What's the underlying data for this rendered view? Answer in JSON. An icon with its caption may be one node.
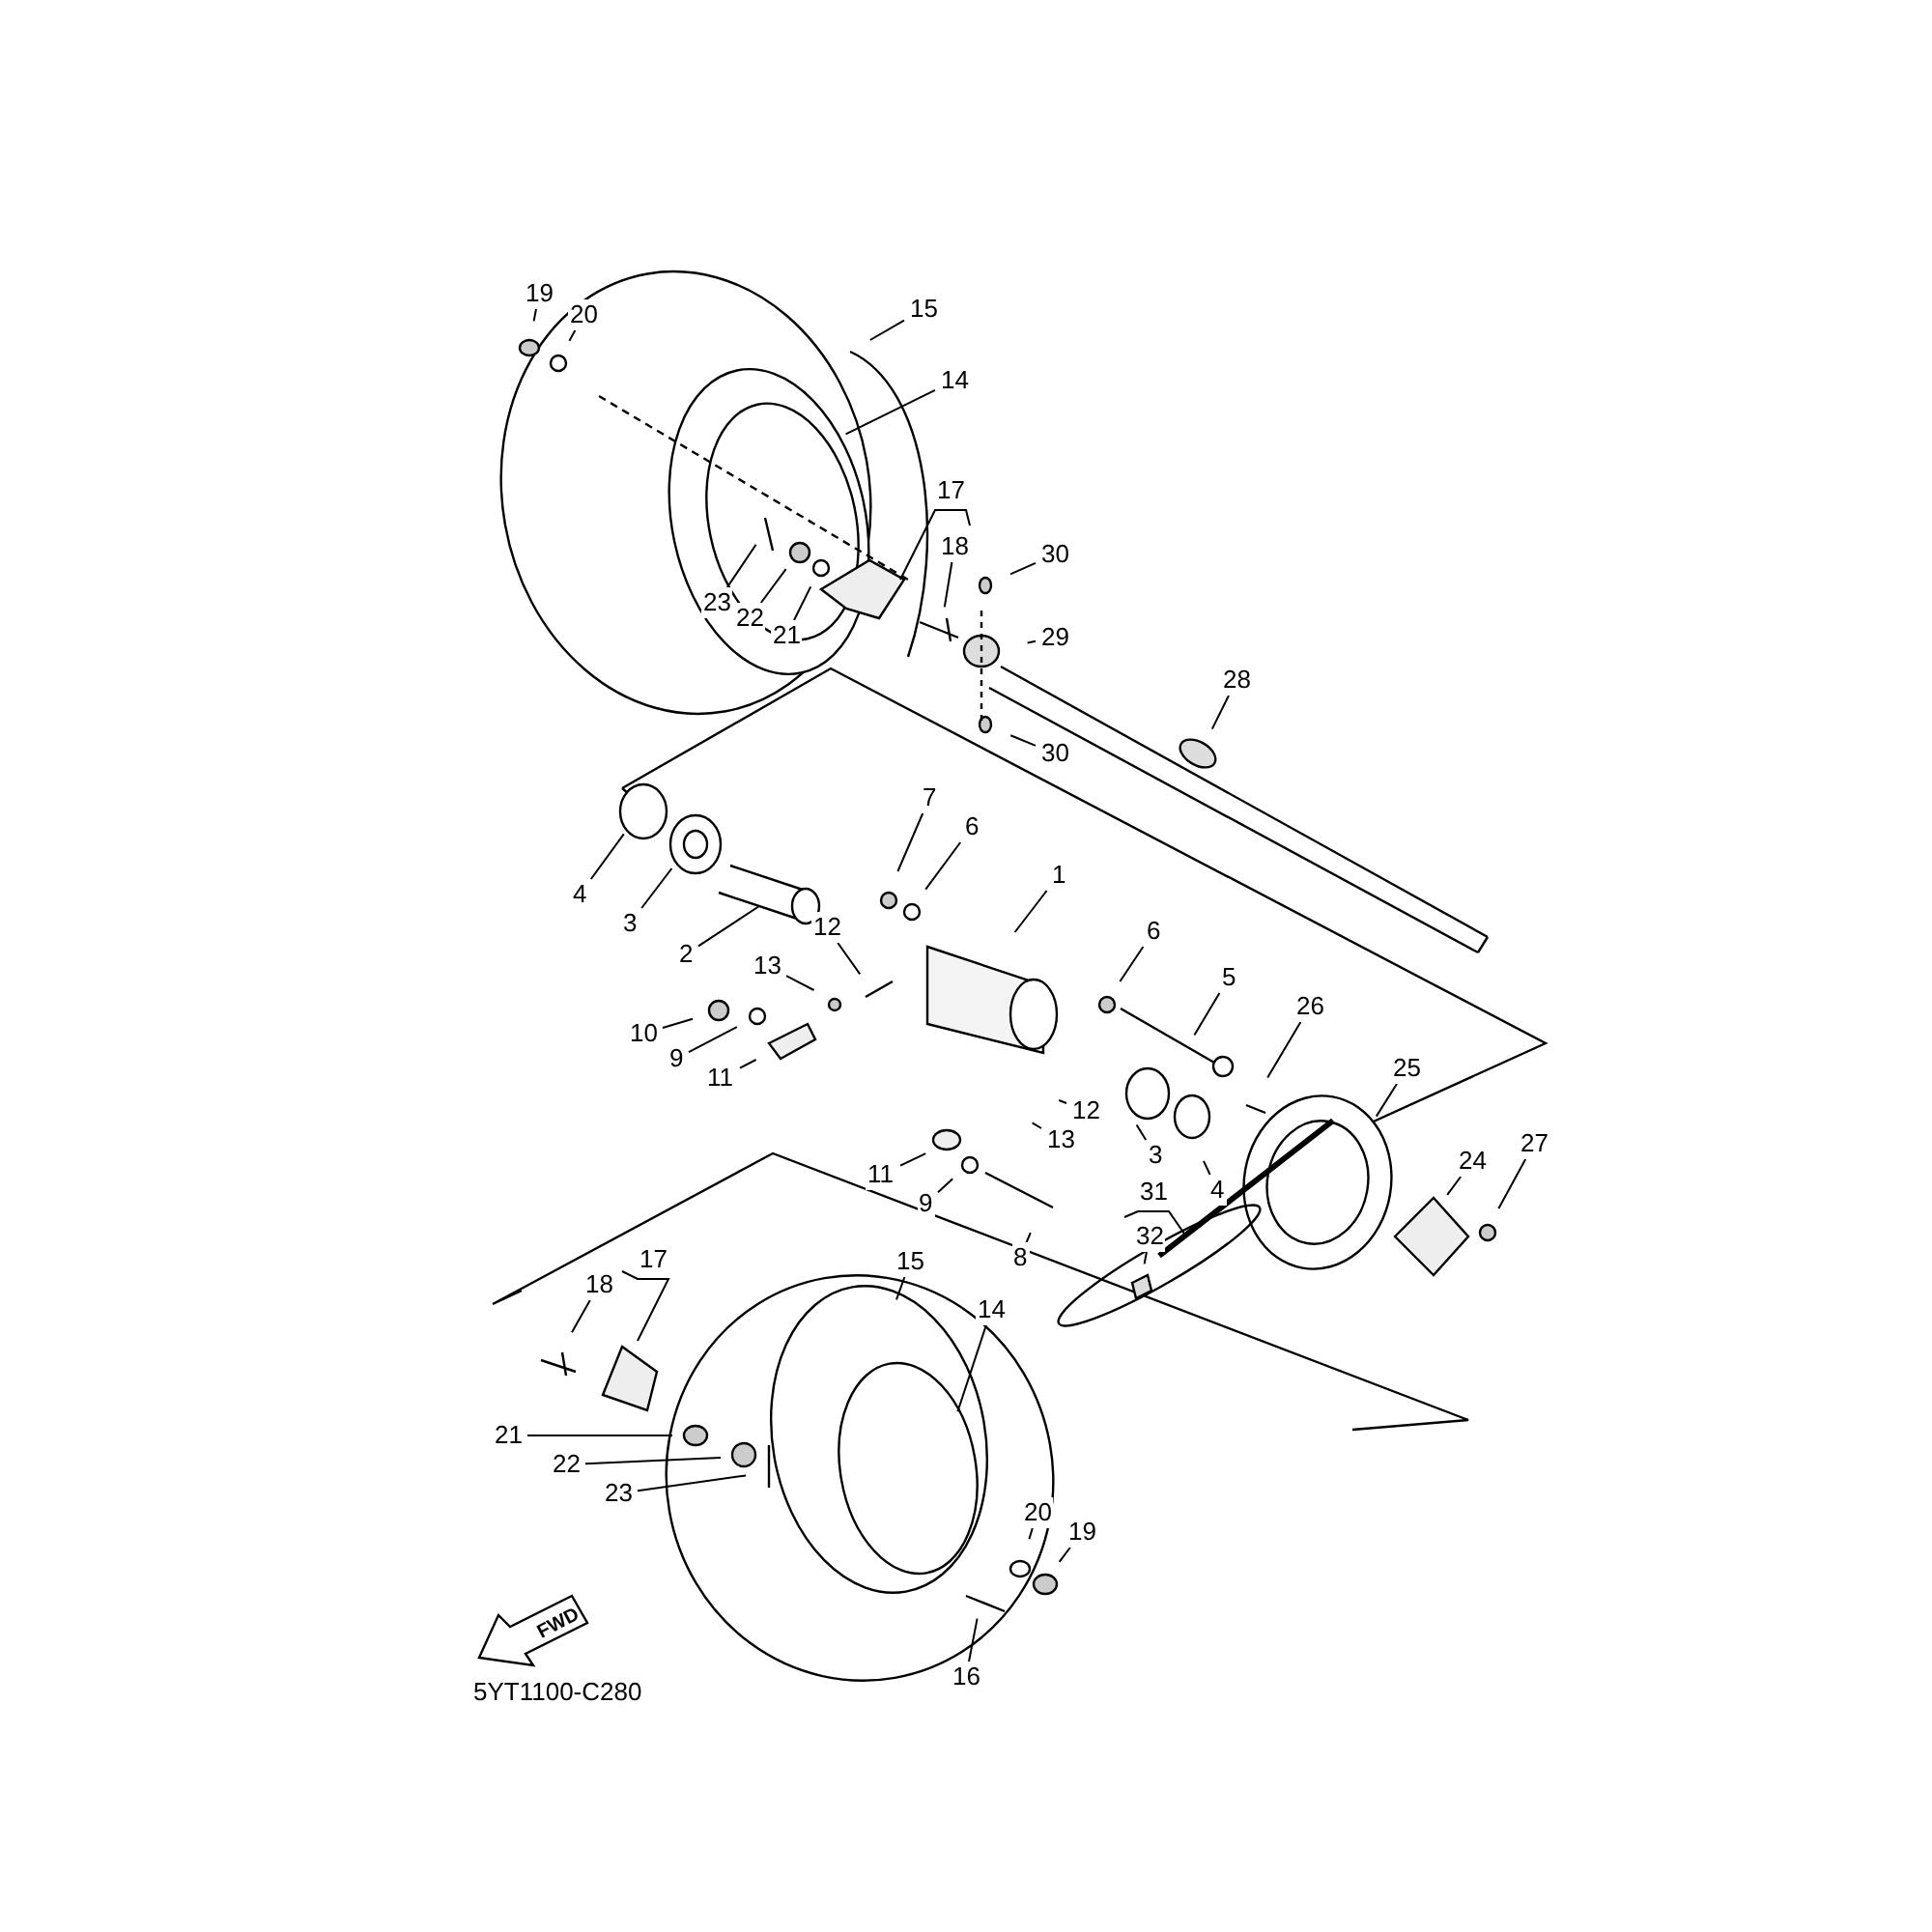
{
  "diagram": {
    "nodes": [
      {
        "text": [
          "19"
        ]
      },
      {
        "text": [
          "20"
        ]
      },
      {
        "text": [
          "15"
        ]
      },
      {
        "text": [
          "14"
        ]
      },
      {
        "text": [
          "17"
        ]
      },
      {
        "text": [
          "18"
        ]
      },
      {
        "text": [
          "30"
        ]
      },
      {
        "text": [
          "23"
        ]
      },
      {
        "text": [
          "22"
        ]
      },
      {
        "text": [
          "21"
        ]
      },
      {
        "text": [
          "29"
        ]
      },
      {
        "text": [
          "28"
        ]
      },
      {
        "text": [
          "30"
        ]
      },
      {
        "text": [
          "4"
        ]
      },
      {
        "text": [
          "3"
        ]
      },
      {
        "text": [
          "2"
        ]
      },
      {
        "text": [
          "7"
        ]
      },
      {
        "text": [
          "6"
        ]
      },
      {
        "text": [
          "1"
        ]
      },
      {
        "text": [
          "12"
        ]
      },
      {
        "text": [
          "13"
        ]
      },
      {
        "text": [
          "10"
        ]
      },
      {
        "text": [
          "9"
        ]
      },
      {
        "text": [
          "11"
        ]
      },
      {
        "text": [
          "6"
        ]
      },
      {
        "text": [
          "5"
        ]
      },
      {
        "text": [
          "26"
        ]
      },
      {
        "text": [
          "25"
        ]
      },
      {
        "text": [
          "24"
        ]
      },
      {
        "text": [
          "27"
        ]
      },
      {
        "text": [
          "12"
        ]
      },
      {
        "text": [
          "13"
        ]
      },
      {
        "text": [
          "3"
        ]
      },
      {
        "text": [
          "4"
        ]
      },
      {
        "text": [
          "11"
        ]
      },
      {
        "text": [
          "9"
        ]
      },
      {
        "text": [
          "8"
        ]
      },
      {
        "text": [
          "31"
        ]
      },
      {
        "text": [
          "32"
        ]
      },
      {
        "text": [
          "17"
        ]
      },
      {
        "text": [
          "18"
        ]
      },
      {
        "text": [
          "15"
        ]
      },
      {
        "text": [
          "14"
        ]
      },
      {
        "text": [
          "21"
        ]
      },
      {
        "text": [
          "22"
        ]
      },
      {
        "text": [
          "23"
        ]
      },
      {
        "text": [
          "20"
        ]
      },
      {
        "text": [
          "19"
        ]
      },
      {
        "text": [
          "16"
        ]
      }
    ],
    "edges": [
      {
        "from": 0,
        "to": null,
        "arrow": "none"
      },
      {
        "from": 1,
        "to": null,
        "arrow": "none"
      },
      {
        "from": 2,
        "to": null,
        "arrow": "none"
      },
      {
        "from": 3,
        "to": null,
        "arrow": "none"
      },
      {
        "from": 5,
        "to": null,
        "arrow": "none"
      },
      {
        "from": 6,
        "to": null,
        "arrow": "none"
      },
      {
        "from": 7,
        "to": null,
        "arrow": "none"
      },
      {
        "from": 8,
        "to": null,
        "arrow": "none"
      },
      {
        "from": 9,
        "to": null,
        "arrow": "none"
      },
      {
        "from": 10,
        "to": null,
        "arrow": "none"
      },
      {
        "from": 11,
        "to": null,
        "arrow": "none"
      },
      {
        "from": 12,
        "to": null,
        "arrow": "none"
      },
      {
        "from": 13,
        "to": null,
        "arrow": "none"
      },
      {
        "from": 14,
        "to": null,
        "arrow": "none"
      },
      {
        "from": 15,
        "to": null,
        "arrow": "none"
      },
      {
        "from": 16,
        "to": null,
        "arrow": "none"
      },
      {
        "from": 17,
        "to": null,
        "arrow": "none"
      },
      {
        "from": 18,
        "to": null,
        "arrow": "none"
      },
      {
        "from": 19,
        "to": null,
        "arrow": "none"
      },
      {
        "from": 20,
        "to": null,
        "arrow": "none"
      },
      {
        "from": 21,
        "to": null,
        "arrow": "none"
      },
      {
        "from": 22,
        "to": null,
        "arrow": "none"
      },
      {
        "from": 23,
        "to": null,
        "arrow": "none"
      },
      {
        "from": 24,
        "to": null,
        "arrow": "none"
      },
      {
        "from": 25,
        "to": null,
        "arrow": "none"
      },
      {
        "from": 26,
        "to": null,
        "arrow": "none"
      },
      {
        "from": 27,
        "to": null,
        "arrow": "none"
      },
      {
        "from": 28,
        "to": null,
        "arrow": "none"
      },
      {
        "from": 29,
        "to": null,
        "arrow": "none"
      },
      {
        "from": 30,
        "to": null,
        "arrow": "none"
      },
      {
        "from": 31,
        "to": null,
        "arrow": "none"
      },
      {
        "from": 32,
        "to": null,
        "arrow": "none"
      },
      {
        "from": 33,
        "to": null,
        "arrow": "none"
      },
      {
        "from": 34,
        "to": null,
        "arrow": "none"
      },
      {
        "from": 35,
        "to": null,
        "arrow": "none"
      },
      {
        "from": 36,
        "to": null,
        "arrow": "none"
      },
      {
        "from": 38,
        "to": null,
        "arrow": "none"
      },
      {
        "from": 40,
        "to": null,
        "arrow": "none"
      },
      {
        "from": 41,
        "to": null,
        "arrow": "none"
      },
      {
        "from": 42,
        "to": null,
        "arrow": "none"
      },
      {
        "from": 43,
        "to": null,
        "arrow": "none"
      },
      {
        "from": 44,
        "to": null,
        "arrow": "none"
      },
      {
        "from": 45,
        "to": null,
        "arrow": "none"
      },
      {
        "from": 46,
        "to": null,
        "arrow": "none"
      },
      {
        "from": 47,
        "to": null,
        "arrow": "none"
      },
      {
        "from": 48,
        "to": null,
        "arrow": "none"
      }
    ],
    "labels": [
      "FWD",
      "5YT1100-C280"
    ]
  }
}
